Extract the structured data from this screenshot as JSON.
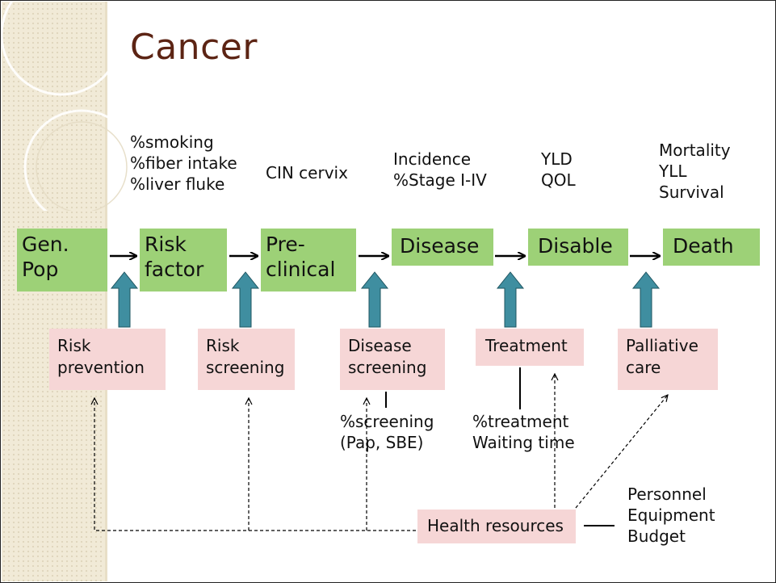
{
  "title": "Cancer",
  "indicators": {
    "risk_factor": [
      "%smoking",
      "%fiber intake",
      "%liver fluke"
    ],
    "pre_clinical": [
      "CIN cervix"
    ],
    "disease": [
      "Incidence",
      "%Stage I-IV"
    ],
    "disable": [
      "YLD",
      "QOL"
    ],
    "death": [
      "Mortality",
      "YLL",
      "Survival"
    ]
  },
  "stages": [
    {
      "id": "gen-pop",
      "lines": [
        "Gen.",
        "Pop"
      ]
    },
    {
      "id": "risk-factor",
      "lines": [
        "Risk",
        "factor"
      ]
    },
    {
      "id": "pre-clinical",
      "lines": [
        "Pre-",
        "clinical"
      ]
    },
    {
      "id": "disease",
      "lines": [
        "Disease"
      ]
    },
    {
      "id": "disable",
      "lines": [
        "Disable"
      ]
    },
    {
      "id": "death",
      "lines": [
        "Death"
      ]
    }
  ],
  "interventions": [
    {
      "id": "risk-prevention",
      "lines": [
        "Risk",
        "prevention"
      ]
    },
    {
      "id": "risk-screening",
      "lines": [
        "Risk",
        "screening"
      ]
    },
    {
      "id": "disease-screening",
      "lines": [
        "Disease",
        "screening"
      ]
    },
    {
      "id": "treatment",
      "lines": [
        "Treatment"
      ]
    },
    {
      "id": "palliative-care",
      "lines": [
        "Palliative",
        "care"
      ]
    }
  ],
  "screening_notes": [
    "%screening",
    "(Pap, SBE)"
  ],
  "treatment_notes": [
    "%treatment",
    "Waiting time"
  ],
  "health_resources": "Health resources",
  "resource_items": [
    "Personnel",
    "Equipment",
    "Budget"
  ],
  "colors": {
    "title": "#5c2414",
    "stage_box": "#9dd177",
    "intervention_box": "#f6d6d6",
    "up_arrow": "#3f8ea0",
    "side_band": "#f1ead7"
  }
}
